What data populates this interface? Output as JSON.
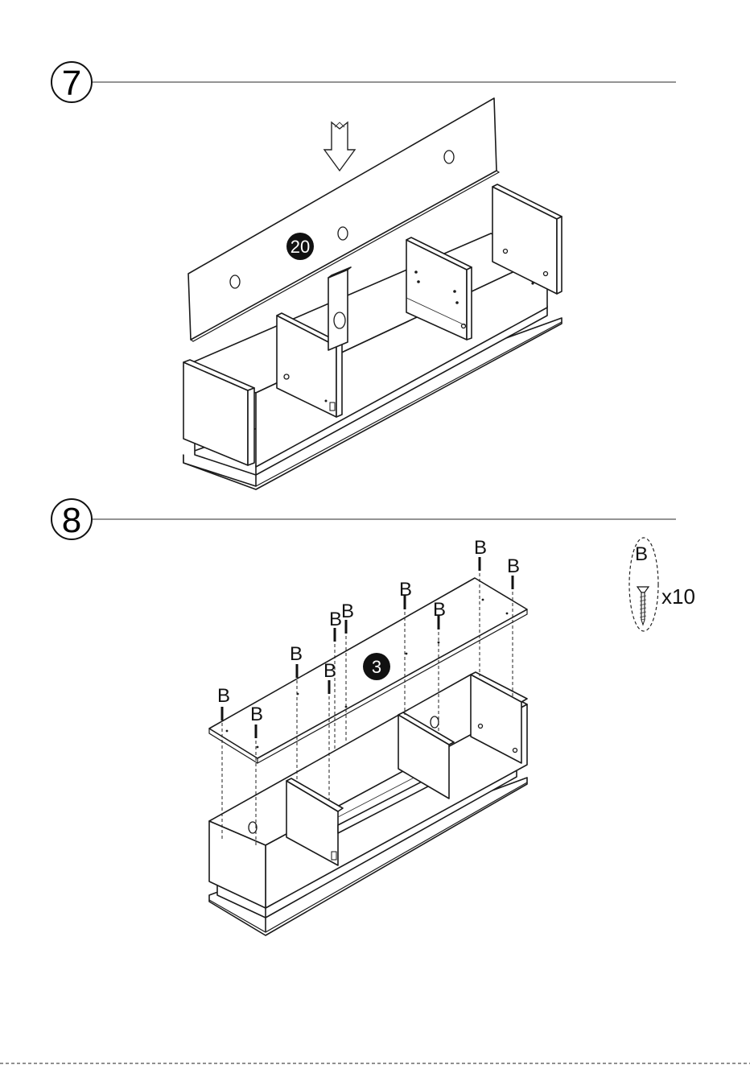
{
  "steps": [
    {
      "number": "7",
      "part_label": "20"
    },
    {
      "number": "8",
      "part_label": "3"
    }
  ],
  "hardware": {
    "letter": "B",
    "quantity": "x10"
  },
  "screw_labels": [
    "B",
    "B",
    "B",
    "B",
    "B",
    "B",
    "B",
    "B",
    "B",
    "B"
  ]
}
